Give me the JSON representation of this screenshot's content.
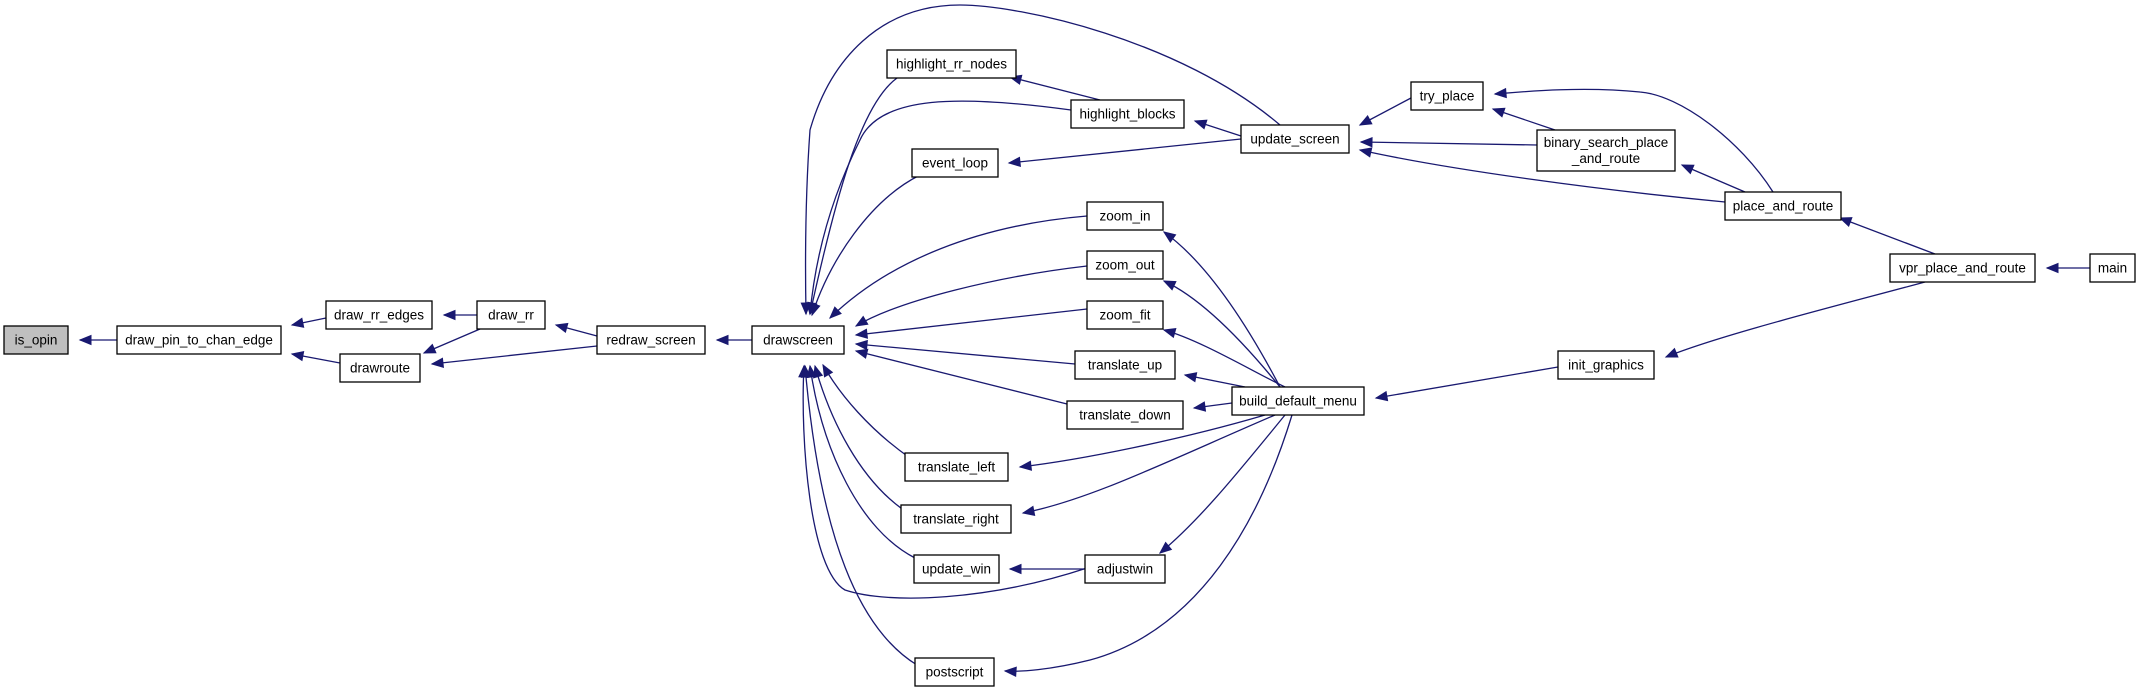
{
  "diagram": {
    "type": "call-graph",
    "colors": {
      "edge": "#191970",
      "node_fill": "#ffffff",
      "highlight_fill": "#bfbfbf",
      "node_stroke": "#000000"
    },
    "nodes": [
      {
        "id": "is_opin",
        "lines": [
          "is_opin"
        ],
        "highlighted": true
      },
      {
        "id": "draw_pin_to_chan_edge",
        "lines": [
          "draw_pin_to_chan_edge"
        ]
      },
      {
        "id": "draw_rr_edges",
        "lines": [
          "draw_rr_edges"
        ]
      },
      {
        "id": "drawroute",
        "lines": [
          "drawroute"
        ]
      },
      {
        "id": "draw_rr",
        "lines": [
          "draw_rr"
        ]
      },
      {
        "id": "redraw_screen",
        "lines": [
          "redraw_screen"
        ]
      },
      {
        "id": "drawscreen",
        "lines": [
          "drawscreen"
        ]
      },
      {
        "id": "highlight_rr_nodes",
        "lines": [
          "highlight_rr_nodes"
        ]
      },
      {
        "id": "highlight_blocks",
        "lines": [
          "highlight_blocks"
        ]
      },
      {
        "id": "event_loop",
        "lines": [
          "event_loop"
        ]
      },
      {
        "id": "update_screen",
        "lines": [
          "update_screen"
        ]
      },
      {
        "id": "zoom_in",
        "lines": [
          "zoom_in"
        ]
      },
      {
        "id": "zoom_out",
        "lines": [
          "zoom_out"
        ]
      },
      {
        "id": "zoom_fit",
        "lines": [
          "zoom_fit"
        ]
      },
      {
        "id": "translate_up",
        "lines": [
          "translate_up"
        ]
      },
      {
        "id": "translate_down",
        "lines": [
          "translate_down"
        ]
      },
      {
        "id": "translate_left",
        "lines": [
          "translate_left"
        ]
      },
      {
        "id": "translate_right",
        "lines": [
          "translate_right"
        ]
      },
      {
        "id": "update_win",
        "lines": [
          "update_win"
        ]
      },
      {
        "id": "adjustwin",
        "lines": [
          "adjustwin"
        ]
      },
      {
        "id": "postscript",
        "lines": [
          "postscript"
        ]
      },
      {
        "id": "build_default_menu",
        "lines": [
          "build_default_menu"
        ]
      },
      {
        "id": "try_place",
        "lines": [
          "try_place"
        ]
      },
      {
        "id": "binary_search_place_and_route",
        "lines": [
          "binary_search_place",
          "_and_route"
        ]
      },
      {
        "id": "place_and_route",
        "lines": [
          "place_and_route"
        ]
      },
      {
        "id": "init_graphics",
        "lines": [
          "init_graphics"
        ]
      },
      {
        "id": "vpr_place_and_route",
        "lines": [
          "vpr_place_and_route"
        ]
      },
      {
        "id": "main",
        "lines": [
          "main"
        ]
      }
    ]
  }
}
